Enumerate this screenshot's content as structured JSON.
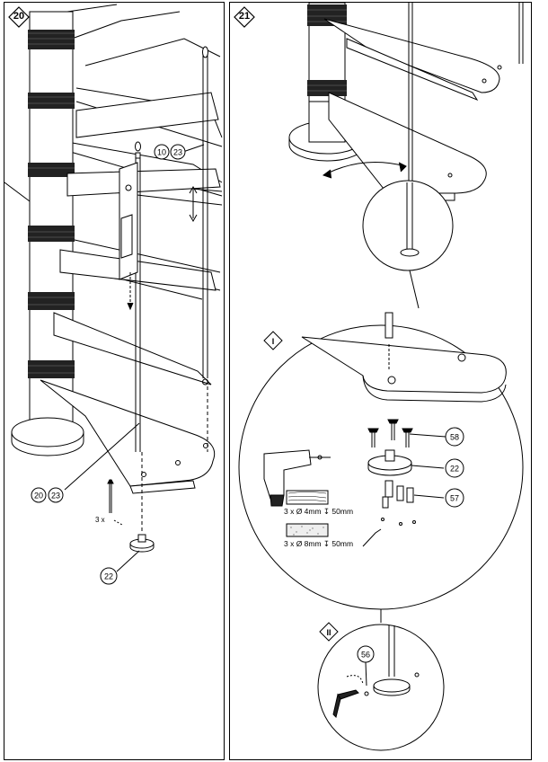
{
  "page_number": "",
  "step20": {
    "number": "20",
    "callouts": {
      "top_a": "10",
      "top_b": "23",
      "bottom_a": "20",
      "bottom_b": "23",
      "flange": "22"
    },
    "screw_qty": "3 x"
  },
  "step21": {
    "number": "21",
    "detail_i": "I",
    "detail_ii": "II",
    "callouts": {
      "screws": "58",
      "flange": "22",
      "plugs": "57",
      "allen": "56"
    },
    "drill_spec_1": "3 x Ø 4mm ↧ 50mm",
    "drill_spec_2": "3 x Ø 8mm ↧ 50mm"
  }
}
